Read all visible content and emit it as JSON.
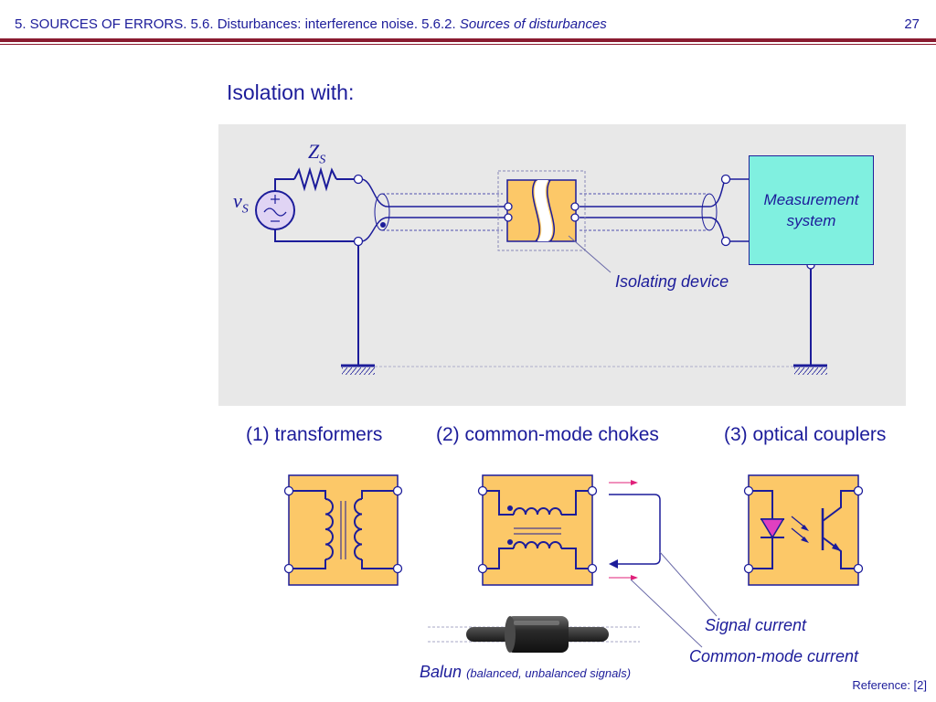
{
  "header": {
    "breadcrumb": "5. SOURCES OF ERRORS. 5.6. Disturbances: interference noise. 5.6.2. ",
    "section_title": "Sources of disturbances",
    "page_number": "27"
  },
  "heading": "Isolation with:",
  "diagram": {
    "source_impedance_label": "Z",
    "source_impedance_sub": "S",
    "source_voltage_label": "v",
    "source_voltage_sub": "S",
    "measurement_system_line1": "Measurement",
    "measurement_system_line2": "system",
    "isolating_device_label": "Isolating device"
  },
  "options": {
    "transformers": "(1) transformers",
    "chokes": "(2) common-mode chokes",
    "couplers": "(3) optical couplers"
  },
  "annotations": {
    "signal_current": "Signal current",
    "common_mode_current": "Common-mode current",
    "balun": "Balun",
    "balun_note": "(balanced, unbalanced signals)"
  },
  "reference": "Reference: [2]",
  "colors": {
    "wire": "#1c1c9a",
    "device_fill": "#fcc868",
    "panel": "#e8e8e8",
    "measurement_fill": "#80f0e0",
    "header_rule": "#8a1b30",
    "arrow": "#e0207a"
  }
}
